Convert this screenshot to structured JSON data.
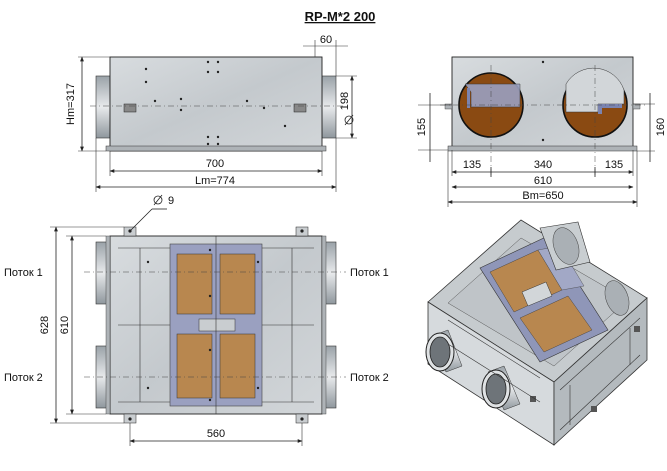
{
  "title": "RP-M*2 200",
  "front_view": {
    "dim_60": "60",
    "dim_hm": "Hm=317",
    "dim_diam": "198",
    "dim_700": "700",
    "dim_lm": "Lm=774"
  },
  "side_view": {
    "dim_155": "155",
    "dim_160": "160",
    "dim_135_left": "135",
    "dim_340": "340",
    "dim_135_right": "135",
    "dim_610": "610",
    "dim_bm": "Bm=650"
  },
  "top_view": {
    "dim_9": "9",
    "dim_628": "628",
    "dim_610": "610",
    "dim_560": "560",
    "flow1_left": "Поток 1",
    "flow1_right": "Поток 1",
    "flow2_left": "Поток 2",
    "flow2_right": "Поток 2"
  },
  "colors": {
    "housing": "#cfd3d6",
    "filter": "#b8874f",
    "duct_interior": "#8a4a12",
    "frame": "#9aa0c0"
  }
}
